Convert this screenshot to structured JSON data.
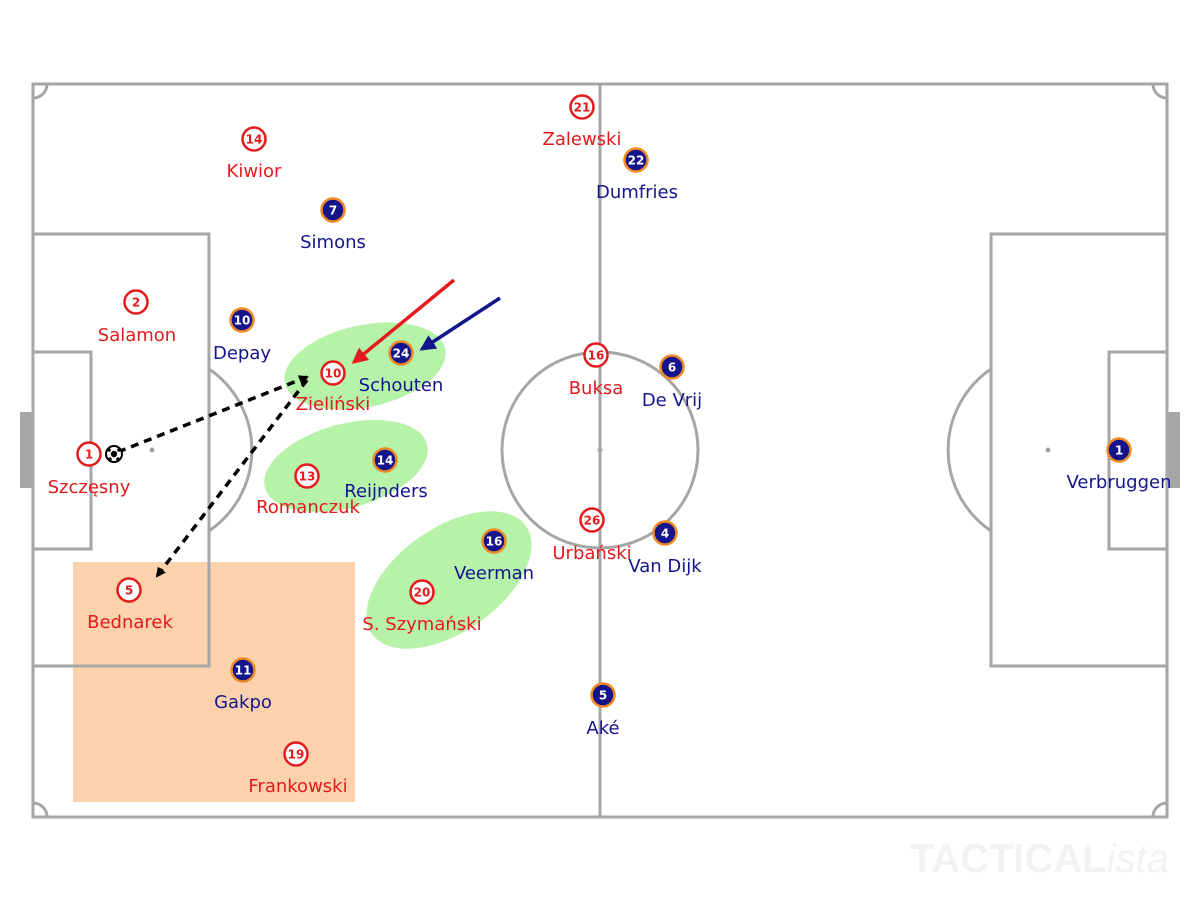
{
  "colors": {
    "poland": "#e41a1c",
    "netherlands": "#14148c",
    "netherlands_ring": "#f08a24",
    "pitch_line": "#a6a6a6",
    "highlight_zone": "#fcd2ac",
    "pair_oval": "#b6f3a9",
    "watermark": "#f2f2f2"
  },
  "players": {
    "poland": [
      {
        "number": "1",
        "name": "Szczęsny"
      },
      {
        "number": "2",
        "name": "Salamon"
      },
      {
        "number": "14",
        "name": "Kiwior"
      },
      {
        "number": "10",
        "name": "Zieliński"
      },
      {
        "number": "13",
        "name": "Romanczuk"
      },
      {
        "number": "5",
        "name": "Bednarek"
      },
      {
        "number": "20",
        "name": "S. Szymański"
      },
      {
        "number": "19",
        "name": "Frankowski"
      },
      {
        "number": "21",
        "name": "Zalewski"
      },
      {
        "number": "16",
        "name": "Buksa"
      },
      {
        "number": "26",
        "name": "Urbański"
      }
    ],
    "netherlands": [
      {
        "number": "7",
        "name": "Simons"
      },
      {
        "number": "10",
        "name": "Depay"
      },
      {
        "number": "24",
        "name": "Schouten"
      },
      {
        "number": "14",
        "name": "Reijnders"
      },
      {
        "number": "16",
        "name": "Veerman"
      },
      {
        "number": "11",
        "name": "Gakpo"
      },
      {
        "number": "22",
        "name": "Dumfries"
      },
      {
        "number": "6",
        "name": "De Vrij"
      },
      {
        "number": "4",
        "name": "Van Dijk"
      },
      {
        "number": "5",
        "name": "Aké"
      },
      {
        "number": "1",
        "name": "Verbruggen"
      }
    ]
  },
  "watermark": {
    "main": "TACTICAL",
    "suffix": "ista"
  }
}
